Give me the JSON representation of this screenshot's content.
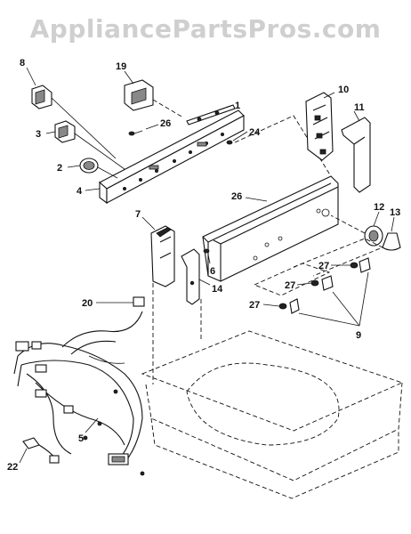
{
  "watermark": "AppliancePartsPros.com",
  "callouts": [
    {
      "id": "c8",
      "text": "8"
    },
    {
      "id": "c19",
      "text": "19"
    },
    {
      "id": "c1",
      "text": "1"
    },
    {
      "id": "c10",
      "text": "10"
    },
    {
      "id": "c3",
      "text": "3"
    },
    {
      "id": "c26a",
      "text": "26"
    },
    {
      "id": "c24",
      "text": "24"
    },
    {
      "id": "c11",
      "text": "11"
    },
    {
      "id": "c2",
      "text": "2"
    },
    {
      "id": "c4",
      "text": "4"
    },
    {
      "id": "c26b",
      "text": "26"
    },
    {
      "id": "c7",
      "text": "7"
    },
    {
      "id": "c12",
      "text": "12"
    },
    {
      "id": "c13",
      "text": "13"
    },
    {
      "id": "c6",
      "text": "6"
    },
    {
      "id": "c27a",
      "text": "27"
    },
    {
      "id": "c14",
      "text": "14"
    },
    {
      "id": "c27b",
      "text": "27"
    },
    {
      "id": "c20",
      "text": "20"
    },
    {
      "id": "c27c",
      "text": "27"
    },
    {
      "id": "c9",
      "text": "9"
    },
    {
      "id": "c5",
      "text": "5"
    },
    {
      "id": "c22",
      "text": "22"
    }
  ]
}
